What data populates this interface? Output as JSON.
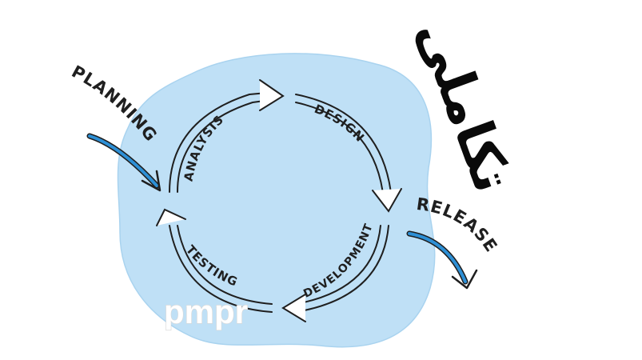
{
  "title": "تکاملی",
  "stages": [
    {
      "label": "ANALYSIS"
    },
    {
      "label": "DESIGN"
    },
    {
      "label": "DEVELOPMENT"
    },
    {
      "label": "TESTING"
    }
  ],
  "entry_label": "PLANNING",
  "exit_label": "RELEASE",
  "watermark": "pmpr",
  "colors": {
    "blob": "#bfe0f6",
    "blob_edge": "#a9d3ef",
    "arrow_blue": "#2d8fd5",
    "ink": "#1f1f1f"
  }
}
